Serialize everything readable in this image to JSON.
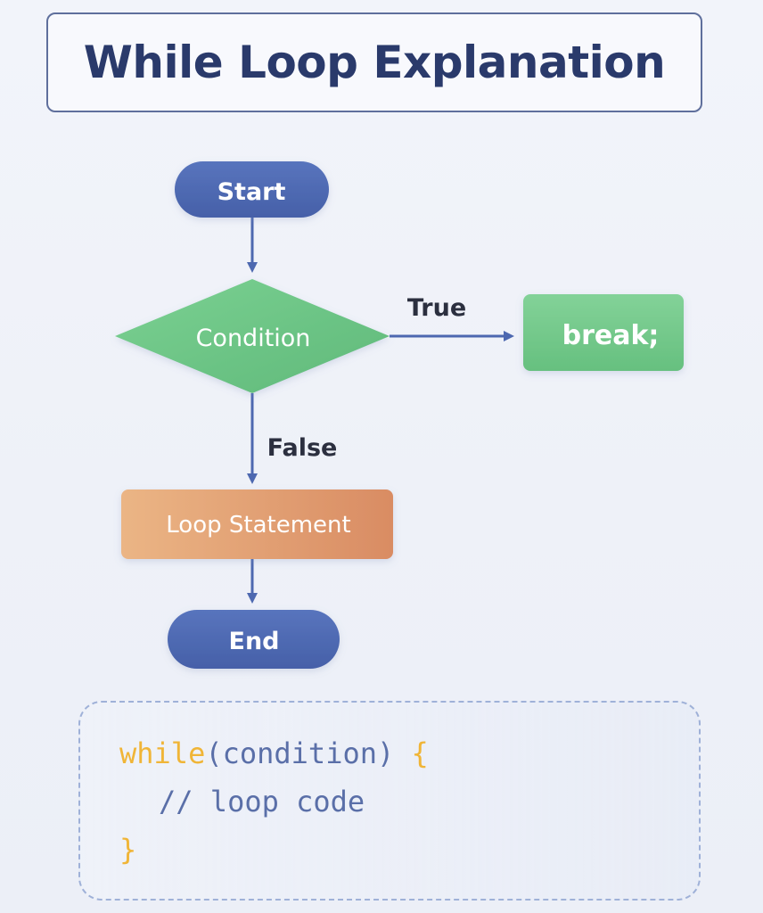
{
  "title": "While Loop Explanation",
  "flow": {
    "start": "Start",
    "condition": "Condition",
    "true_label": "True",
    "break_stmt": "break;",
    "false_label": "False",
    "loop_statement": "Loop Statement",
    "end": "End"
  },
  "code": {
    "keyword": "while",
    "condition": "(condition) ",
    "open_brace": "{",
    "comment": "// loop code",
    "close_brace": "}"
  },
  "colors": {
    "terminal": "#4d68b0",
    "decision": "#6dc685",
    "process": "#e09a6a",
    "break_box": "#74c98a",
    "arrow": "#4d68b0",
    "keyword": "#f0b537"
  }
}
